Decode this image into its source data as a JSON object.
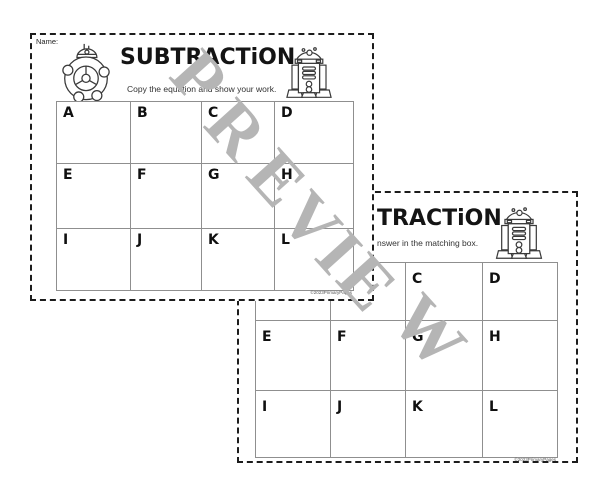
{
  "watermark": {
    "text": "PREVIEW",
    "letters": [
      "P",
      "R",
      "E",
      "V",
      "I",
      "E",
      "W"
    ],
    "color": "#b5b5b5"
  },
  "page1": {
    "name_label": "Name:",
    "title": "SUBTRACTiON",
    "subtitle": "Copy the equation and show your work.",
    "copyright": "©2023PrimaryPages",
    "cells": [
      "A",
      "B",
      "C",
      "D",
      "E",
      "F",
      "G",
      "H",
      "I",
      "J",
      "K",
      "L"
    ]
  },
  "page2": {
    "title_visible": "TRACTiON",
    "subtitle_visible": "nswer in the matching box.",
    "copyright": "©2023PrimaryPages",
    "cells": [
      "",
      "",
      "C",
      "D",
      "E",
      "F",
      "G",
      "H",
      "I",
      "J",
      "K",
      "L"
    ]
  },
  "icons": {
    "page1_left": "bb8-droid",
    "page1_right": "r2d2-droid",
    "page2_right": "r2d2-droid"
  },
  "colors": {
    "page_background": "#ffffff",
    "border": "#1c1c1c",
    "grid_line": "#8f8f8f",
    "watermark": "#b5b5b5"
  }
}
